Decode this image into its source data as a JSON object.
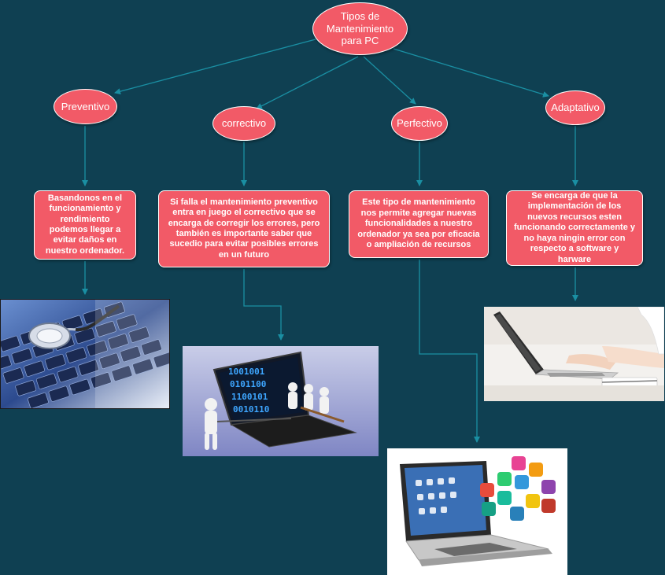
{
  "root": {
    "label": "Tipos de Mantenimiento para PC"
  },
  "categories": [
    {
      "key": "preventivo",
      "label": "Preventivo",
      "description": "Basandonos en el funcionamiento y rendimiento podemos llegar a evitar daños en nuestro ordenador.",
      "picture": "stethoscope-on-keyboard"
    },
    {
      "key": "correctivo",
      "label": "correctivo",
      "description": "Si falla el mantenimiento preventivo entra en juego el correctivo que se encarga de corregir los errores, pero también es importante saber que sucedio para evitar posibles errores en un futuro",
      "picture": "figures-repairing-laptop"
    },
    {
      "key": "perfectivo",
      "label": "Perfectivo",
      "description": "Este tipo de mantenimiento nos permite agregar nuevas funcionalidades a nuestro ordenador ya sea por eficacia o ampliación de recursos",
      "picture": "laptop-with-app-icons"
    },
    {
      "key": "adaptativo",
      "label": "Adaptativo",
      "description": "Se encarga de que la implementación de los nuevos recursos esten funcionando correctamente y no haya ningin error con respecto a software y harware",
      "picture": "hands-typing-on-laptop"
    }
  ],
  "colors": {
    "background": "#0f4052",
    "node_fill": "#f25a67",
    "node_border": "#ffffff",
    "connector": "#1a8fa3"
  }
}
